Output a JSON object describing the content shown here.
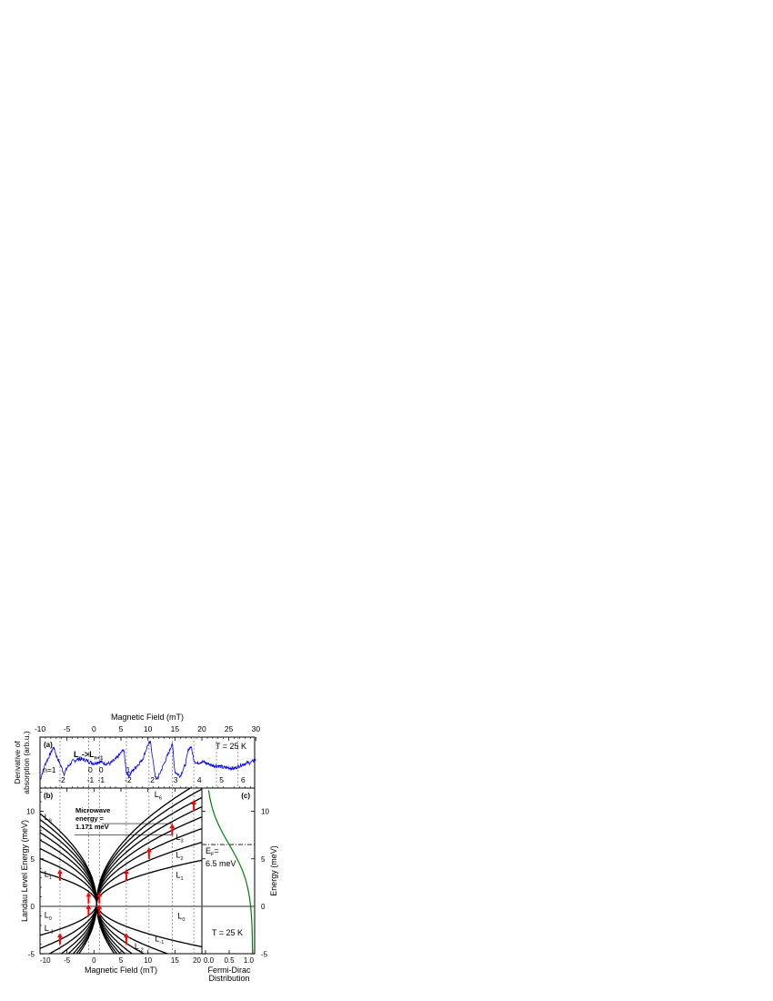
{
  "chart_data": [
    {
      "panel": "(a)",
      "type": "line",
      "top_xlabel": "Magnetic Field (mT)",
      "ylabel": "Derivative of absorption (arb.u.)",
      "xlim": [
        -10,
        30
      ],
      "xticks": [
        "-10",
        "-5",
        "0",
        "5",
        "10",
        "15",
        "20",
        "25",
        "30"
      ],
      "annotation_transition": {
        "base": "L",
        "sub1": "n",
        "arrow": "->",
        "sub2": "n+1"
      },
      "temperature_label": "T = 25 K",
      "color": "#0000ff",
      "x": [
        -10,
        -9,
        -8,
        -7.5,
        -7,
        -6,
        -5.5,
        -5,
        -4,
        -3,
        -2,
        -1,
        0,
        1,
        2,
        3,
        4,
        5,
        5.5,
        6,
        6.5,
        7,
        8,
        9,
        10,
        10.5,
        11,
        11.5,
        12,
        13,
        14,
        14.5,
        15,
        16,
        17,
        17.5,
        18,
        18.5,
        19,
        20,
        21,
        22,
        23,
        24,
        25,
        26,
        27,
        28,
        29,
        30
      ],
      "y": [
        0.1,
        0.5,
        0.75,
        0.9,
        0.7,
        0.4,
        0.25,
        0.4,
        0.55,
        0.6,
        0.6,
        0.55,
        0.5,
        0.55,
        0.5,
        0.5,
        0.6,
        0.75,
        0.85,
        0.3,
        0.2,
        0.3,
        0.45,
        0.6,
        0.95,
        1.0,
        0.5,
        0.1,
        0.2,
        0.5,
        0.8,
        1.0,
        0.3,
        0.2,
        0.5,
        0.85,
        0.9,
        0.6,
        0.5,
        0.55,
        0.5,
        0.45,
        0.45,
        0.4,
        0.4,
        0.38,
        0.45,
        0.5,
        0.52,
        0.6
      ],
      "resonance_fields": [
        -6.3,
        -1,
        1,
        6,
        10.2,
        14.5,
        18.5,
        22.7,
        26.7
      ],
      "resonance_labels": [
        {
          "B": -8.6,
          "top": "n=1",
          "bottom": ""
        },
        {
          "B": -6.3,
          "top": "",
          "bottom": "-2"
        },
        {
          "B": -1,
          "top": "0",
          "bottom": "-1"
        },
        {
          "B": 1,
          "top": "0",
          "bottom": "-1"
        },
        {
          "B": 6,
          "top": "1",
          "bottom": "-2"
        },
        {
          "B": 10.5,
          "top": "",
          "bottom": "2"
        },
        {
          "B": 14.8,
          "top": "",
          "bottom": "3"
        },
        {
          "B": 19.2,
          "top": "",
          "bottom": "4"
        },
        {
          "B": 23.3,
          "top": "",
          "bottom": "5"
        },
        {
          "B": 27.3,
          "top": "",
          "bottom": "6"
        }
      ]
    },
    {
      "panel": "(b)",
      "type": "line",
      "xlabel": "Magnetic Field (mT)",
      "ylabel": "Landau Level Energy (meV)",
      "xlim": [
        -10,
        20
      ],
      "ylim": [
        -5,
        12.2
      ],
      "xticks": [
        "-10",
        "-5",
        "0",
        "5",
        "10",
        "15",
        "20"
      ],
      "yticks": [
        "-5",
        "0",
        "5",
        "10"
      ],
      "levels": [
        -8,
        -7,
        -6,
        -5,
        -4,
        -3,
        -2,
        -1,
        0,
        1,
        2,
        3,
        4,
        5,
        6,
        7,
        8
      ],
      "level_labels": [
        {
          "text": "L",
          "sub": "8",
          "B": -9.2,
          "E": 9.1
        },
        {
          "text": "L",
          "sub": "1",
          "B": -9.2,
          "E": 3.1
        },
        {
          "text": "L",
          "sub": "0",
          "B": -9.2,
          "E": -1.2
        },
        {
          "text": "L",
          "sub": "-1",
          "B": -9.2,
          "E": -2.6
        },
        {
          "text": "L",
          "sub": "6",
          "B": 11.2,
          "E": 11.5
        },
        {
          "text": "L",
          "sub": "3",
          "B": 15.2,
          "E": 7.0
        },
        {
          "text": "L",
          "sub": "2",
          "B": 15.2,
          "E": 5.1
        },
        {
          "text": "L",
          "sub": "1",
          "B": 15.2,
          "E": 3.0
        },
        {
          "text": "L",
          "sub": "0",
          "B": 15.5,
          "E": -1.3
        },
        {
          "text": "L",
          "sub": "-1",
          "B": 11.3,
          "E": -3.7
        },
        {
          "text": "L",
          "sub": "-2",
          "B": 7.5,
          "E": -4.5
        }
      ],
      "microwave_label": [
        "Microwave",
        "energy =",
        "1.171 meV"
      ],
      "microwave_energy_meV": 1.171,
      "transitions": [
        {
          "B": -6.3,
          "E_from": 2.7,
          "E_to": 3.9
        },
        {
          "B": -6.3,
          "E_from": -4.0,
          "E_to": -2.8
        },
        {
          "B": -1,
          "E_from": -1.0,
          "E_to": 0.2
        },
        {
          "B": -1,
          "E_from": 0.3,
          "E_to": 1.5
        },
        {
          "B": 1,
          "E_from": -1.0,
          "E_to": 0.2
        },
        {
          "B": 1,
          "E_from": 0.3,
          "E_to": 1.5
        },
        {
          "B": 6,
          "E_from": 2.7,
          "E_to": 3.9
        },
        {
          "B": 6,
          "E_from": -4.0,
          "E_to": -2.8
        },
        {
          "B": 10.2,
          "E_from": 5.0,
          "E_to": 6.2
        },
        {
          "B": 14.5,
          "E_from": 7.5,
          "E_to": 8.7
        },
        {
          "B": 18.5,
          "E_from": 10.0,
          "E_to": 11.2
        }
      ],
      "arrow_color": "#ff0000"
    },
    {
      "panel": "(c)",
      "type": "line",
      "xlabel": [
        "Fermi-Dirac",
        "Distribution"
      ],
      "ylabel": "Energy (meV)",
      "xlim": [
        0,
        1
      ],
      "ylim": [
        -5,
        12.2
      ],
      "xticks": [
        "0.0",
        "0.5",
        "1.0"
      ],
      "yticks": [
        "-5",
        "0",
        "5",
        "10"
      ],
      "fermi_energy_meV": 6.5,
      "temperature_K": 25,
      "ef_label": {
        "text": "E",
        "sub": "F",
        "rest": "=",
        "value": "6.5 meV"
      },
      "temperature_label": "T = 25 K",
      "color": "#008000"
    }
  ]
}
